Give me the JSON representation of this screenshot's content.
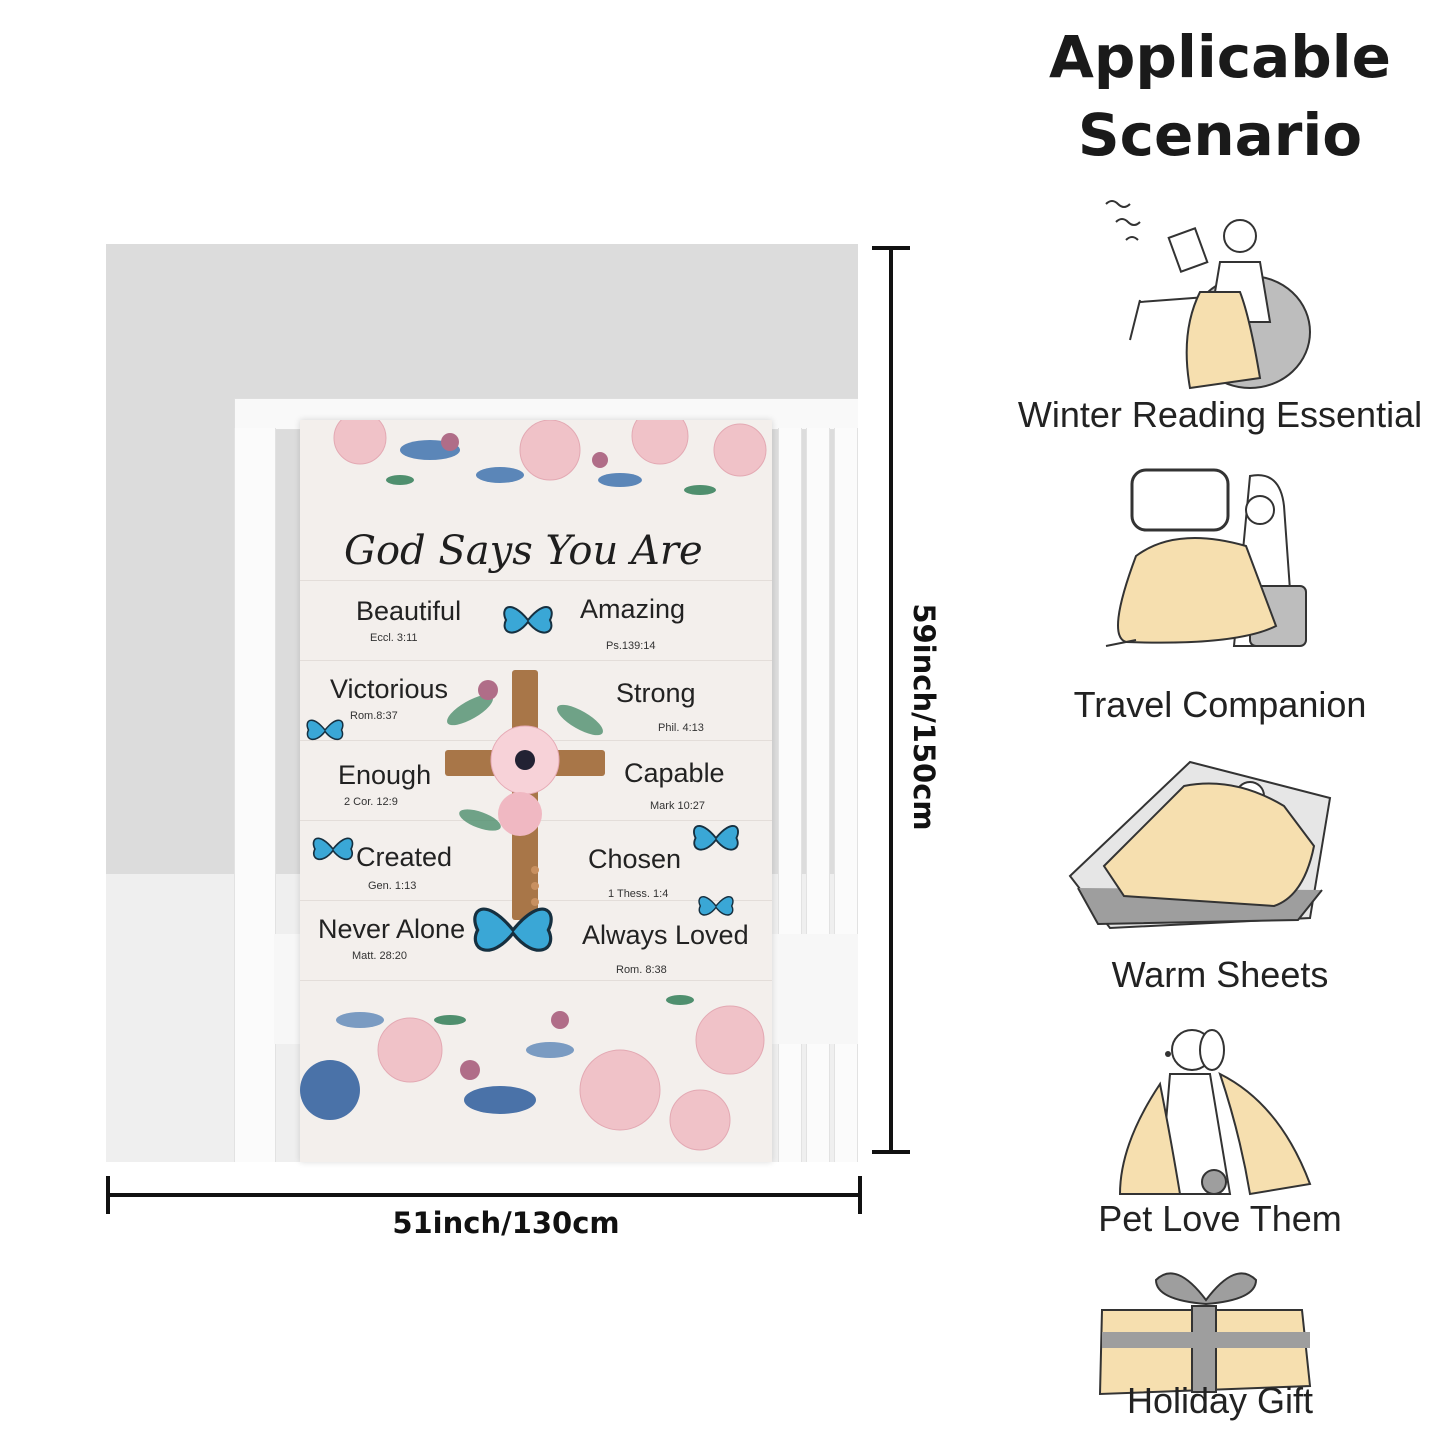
{
  "heading": {
    "line1": "Applicable",
    "line2": "Scenario"
  },
  "dimensions": {
    "height_label": "59inch/150cm",
    "width_label": "51inch/130cm"
  },
  "blanket": {
    "title": "God Says You Are",
    "left_words": [
      {
        "word": "Beautiful",
        "ref": "Eccl. 3:11"
      },
      {
        "word": "Victorious",
        "ref": "Rom.8:37"
      },
      {
        "word": "Enough",
        "ref": "2 Cor. 12:9"
      },
      {
        "word": "Created",
        "ref": "Gen. 1:13"
      },
      {
        "word": "Never Alone",
        "ref": "Matt. 28:20"
      }
    ],
    "right_words": [
      {
        "word": "Amazing",
        "ref": "Ps.139:14"
      },
      {
        "word": "Strong",
        "ref": "Phil. 4:13"
      },
      {
        "word": "Capable",
        "ref": "Mark 10:27"
      },
      {
        "word": "Chosen",
        "ref": "1 Thess. 1:4"
      },
      {
        "word": "Always Loved",
        "ref": "Rom. 8:38"
      }
    ]
  },
  "scenarios": [
    {
      "label": "Winter Reading Essential",
      "icon": "reading-person-icon"
    },
    {
      "label": "Travel Companion",
      "icon": "airplane-seat-person-icon"
    },
    {
      "label": "Warm Sheets",
      "icon": "sleeping-bed-icon"
    },
    {
      "label": "Pet Love Them",
      "icon": "dog-blanket-icon"
    },
    {
      "label": "Holiday Gift",
      "icon": "gift-box-icon"
    }
  ],
  "colors": {
    "blanket_bg": "#f3efec",
    "rose": "#f0c2c8",
    "butterfly": "#3aa7d6",
    "blanket_icon_fill": "#f6dfaf",
    "seat_gray": "#bdbdbd"
  }
}
